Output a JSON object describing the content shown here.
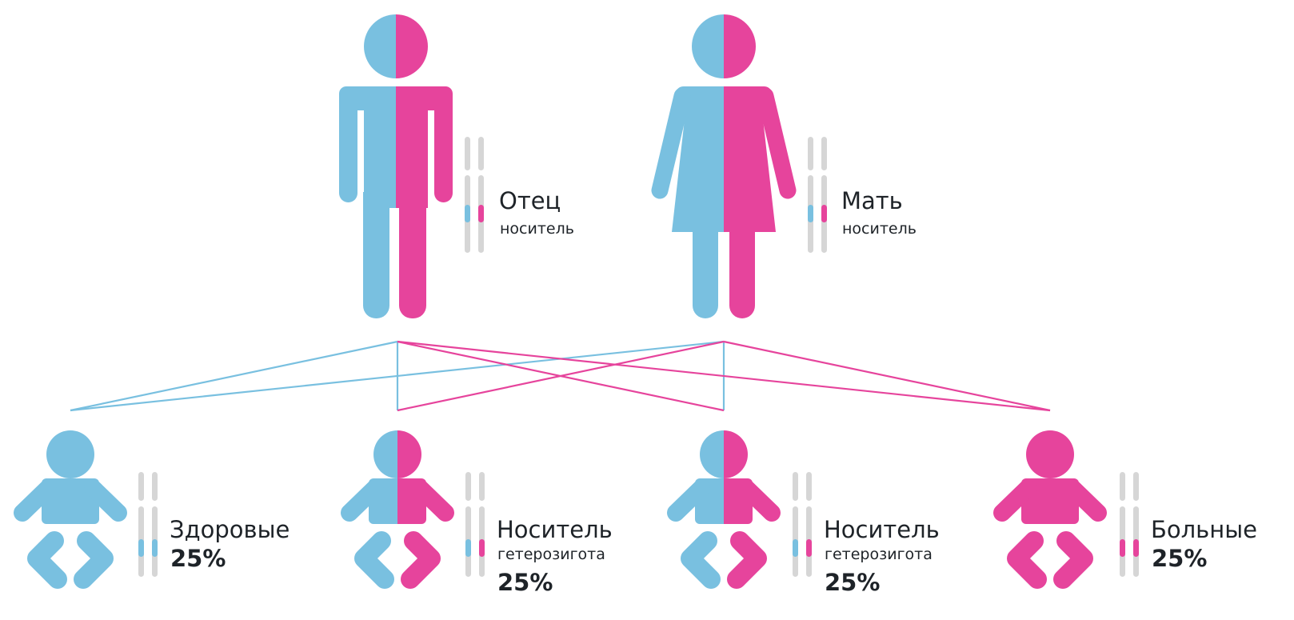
{
  "colors": {
    "blue": "#79C0E0",
    "pink": "#E6449C",
    "chromosome": "#D6D6D6",
    "text": "#1E2328"
  },
  "parents": [
    {
      "title": "Отец",
      "subtitle": "носитель",
      "figure": "male",
      "alleles": [
        "blue",
        "pink"
      ]
    },
    {
      "title": "Мать",
      "subtitle": "носитель",
      "figure": "female",
      "alleles": [
        "blue",
        "pink"
      ]
    }
  ],
  "children": [
    {
      "title": "Здоровые",
      "subtitle": "",
      "percent": "25%",
      "alleles": [
        "blue",
        "blue"
      ]
    },
    {
      "title": "Носитель",
      "subtitle": "гетерозигота",
      "percent": "25%",
      "alleles": [
        "blue",
        "pink"
      ]
    },
    {
      "title": "Носитель",
      "subtitle": "гетерозигота",
      "percent": "25%",
      "alleles": [
        "blue",
        "pink"
      ]
    },
    {
      "title": "Больные",
      "subtitle": "",
      "percent": "25%",
      "alleles": [
        "pink",
        "pink"
      ]
    }
  ]
}
